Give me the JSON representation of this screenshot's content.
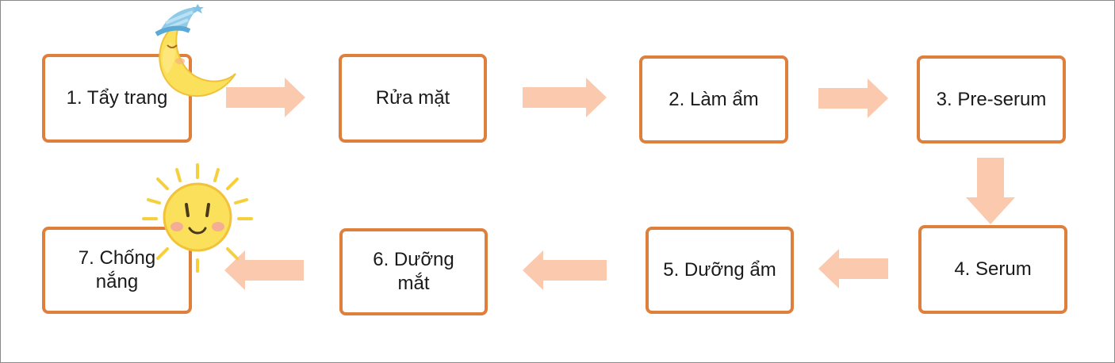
{
  "steps": [
    {
      "label": "1. Tẩy trang"
    },
    {
      "label": "Rửa mặt"
    },
    {
      "label": "2. Làm ẩm"
    },
    {
      "label": "3. Pre-serum"
    },
    {
      "label": "4. Serum"
    },
    {
      "label": "5. Dưỡng ẩm"
    },
    {
      "label": "6. Dưỡng mắt"
    },
    {
      "label": "7. Chống nắng"
    }
  ],
  "colors": {
    "box_border": "#df7f3c",
    "arrow_fill": "#fbc9ad",
    "moon": "#fbe05b",
    "sun": "#fbe05b"
  },
  "icons": [
    "sleeping-moon-icon",
    "smiling-sun-icon"
  ]
}
